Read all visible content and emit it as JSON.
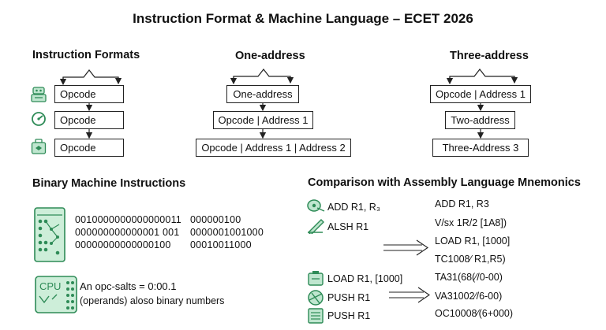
{
  "title": "Instruction Format & Machine Language – ECET 2026",
  "sections": {
    "formats": "Instruction Formats",
    "one_address": "One-address",
    "three_address": "Three-address",
    "binary": "Binary Machine Instructions",
    "comparison": "Comparison with Assembly Language Mnemonics"
  },
  "formats_col": {
    "boxes": [
      "Opcode",
      "Opcode",
      "Opcode"
    ]
  },
  "one_address_col": {
    "boxes": [
      "One-address",
      "Opcode | Address 1",
      "Opcode | Address 1 | Address 2"
    ]
  },
  "three_address_col": {
    "boxes": [
      "Opcode | Address 1",
      "Two-address",
      "Three-Address 3"
    ]
  },
  "binary": {
    "rows": [
      [
        "0010000000000000011",
        "000000100"
      ],
      [
        "000000000000001 001",
        "0000001001000"
      ],
      [
        "00000000000000100",
        "00010011000"
      ]
    ],
    "cpu_label": "CPU",
    "note_line1": "An opc-salts = 0:00.1",
    "note_line2": "(operands) aloso binary numbers"
  },
  "comparison": {
    "left": [
      "ADD R1, R₃",
      "ALSH R1",
      "LOAD R1, [1000]",
      "PUSH R1",
      "PUSH R1"
    ],
    "right": [
      "ADD R1,   R3",
      "V/sx 1R/2 [1A8])",
      "LOAD R1, [1000]",
      "TC1008⁄ R1,R5)",
      "TA31(68(⁄/0-00)",
      "VA31002⁄/6-00)",
      "OC10008⁄(6+000)"
    ]
  },
  "colors": {
    "accent": "#2e8b57",
    "icon_fill": "#bfe6cf",
    "cpu_fill": "#cdeed9",
    "line": "#222222"
  }
}
